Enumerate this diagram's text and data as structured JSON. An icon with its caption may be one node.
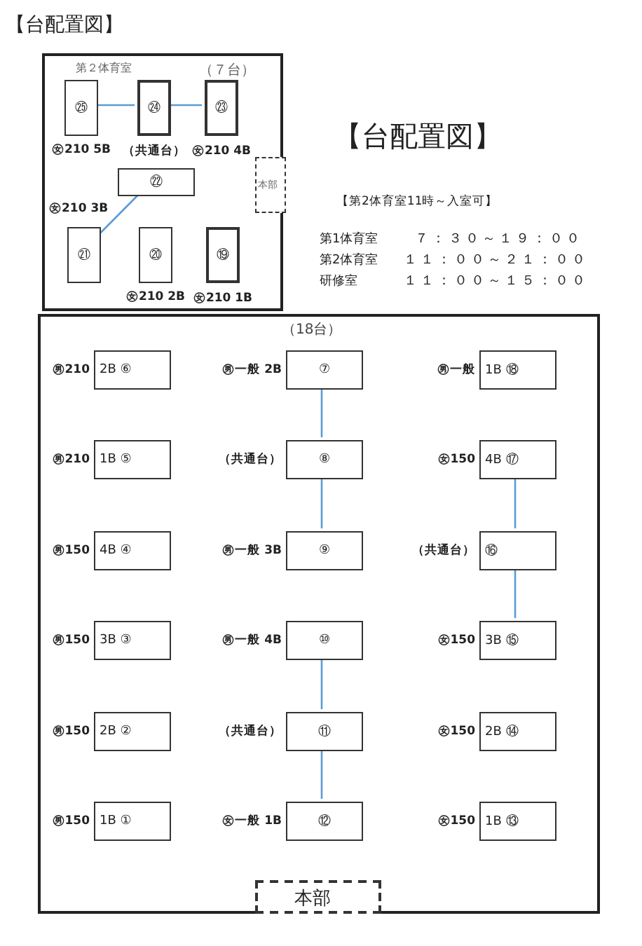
{
  "diagram": {
    "title": "【台配置図】",
    "nodes": [
      {
        "text": [
          "第２体育室",
          "（７台）"
        ]
      },
      {
        "text": [
          "㉕"
        ],
        "in": 0,
        "beside": [
          "㊛210 5B"
        ]
      },
      {
        "text": [
          "㉔"
        ],
        "in": 0,
        "beside": [
          "（共通台）"
        ]
      },
      {
        "text": [
          "㉓"
        ],
        "in": 0,
        "beside": [
          "㊛210 4B"
        ]
      },
      {
        "text": [
          "本部"
        ],
        "in": 0
      },
      {
        "text": [
          "㉒"
        ],
        "in": 0
      },
      {
        "text": [
          "㉑"
        ],
        "in": 0,
        "beside": [
          "㊛210 3B"
        ]
      },
      {
        "text": [
          "⑳"
        ],
        "in": 0,
        "beside": [
          "㊛210 2B"
        ]
      },
      {
        "text": [
          "⑲"
        ],
        "in": 0,
        "beside": [
          "㊛210 1B"
        ]
      },
      {
        "text": [
          "（18台）"
        ]
      },
      {
        "text": [
          "2B ⑥"
        ],
        "in": 9,
        "beside": [
          "㊚210"
        ]
      },
      {
        "text": [
          "⑦"
        ],
        "in": 9,
        "beside": [
          "㊚一般 2B"
        ]
      },
      {
        "text": [
          "1B ⑱"
        ],
        "in": 9,
        "beside": [
          "㊚一般"
        ]
      },
      {
        "text": [
          "1B ⑤"
        ],
        "in": 9,
        "beside": [
          "㊚210"
        ]
      },
      {
        "text": [
          "⑧"
        ],
        "in": 9,
        "beside": [
          "（共通台）"
        ]
      },
      {
        "text": [
          "4B ⑰"
        ],
        "in": 9,
        "beside": [
          "㊛150"
        ]
      },
      {
        "text": [
          "4B ④"
        ],
        "in": 9,
        "beside": [
          "㊚150"
        ]
      },
      {
        "text": [
          "⑨"
        ],
        "in": 9,
        "beside": [
          "㊚一般 3B"
        ]
      },
      {
        "text": [
          "⑯"
        ],
        "in": 9,
        "beside": [
          "（共通台）"
        ]
      },
      {
        "text": [
          "3B ③"
        ],
        "in": 9,
        "beside": [
          "㊚150"
        ]
      },
      {
        "text": [
          "⑩"
        ],
        "in": 9,
        "beside": [
          "㊚一般 4B"
        ]
      },
      {
        "text": [
          "3B ⑮"
        ],
        "in": 9,
        "beside": [
          "㊛150"
        ]
      },
      {
        "text": [
          "2B ②"
        ],
        "in": 9,
        "beside": [
          "㊚150"
        ]
      },
      {
        "text": [
          "⑪"
        ],
        "in": 9,
        "beside": [
          "（共通台）"
        ]
      },
      {
        "text": [
          "2B ⑭"
        ],
        "in": 9,
        "beside": [
          "㊛150"
        ]
      },
      {
        "text": [
          "1B ①"
        ],
        "in": 9,
        "beside": [
          "㊚150"
        ]
      },
      {
        "text": [
          "⑫"
        ],
        "in": 9,
        "beside": [
          "㊛一般 1B"
        ]
      },
      {
        "text": [
          "1B ⑬"
        ],
        "in": 9,
        "beside": [
          "㊛150"
        ]
      },
      {
        "text": [
          "本部"
        ],
        "in": 9
      }
    ],
    "edges": [
      {
        "from": 1,
        "to": 2,
        "arrow": "none"
      },
      {
        "from": 2,
        "to": 3,
        "arrow": "none"
      },
      {
        "from": 5,
        "to": 6,
        "arrow": "none"
      },
      {
        "from": 11,
        "to": 14,
        "arrow": "none"
      },
      {
        "from": 14,
        "to": 17,
        "arrow": "none"
      },
      {
        "from": 15,
        "to": 18,
        "arrow": "none"
      },
      {
        "from": 18,
        "to": 21,
        "arrow": "none"
      },
      {
        "from": 20,
        "to": 23,
        "arrow": "none"
      },
      {
        "from": 23,
        "to": 26,
        "arrow": "none"
      }
    ],
    "labels": [
      "【台配置図】",
      "【第2体育室11時～入室可】",
      "第1体育室",
      "７：３０～１９：００",
      "第2体育室",
      "１１：００～２１：００",
      "研修室",
      "１１：００～１５：００"
    ]
  }
}
